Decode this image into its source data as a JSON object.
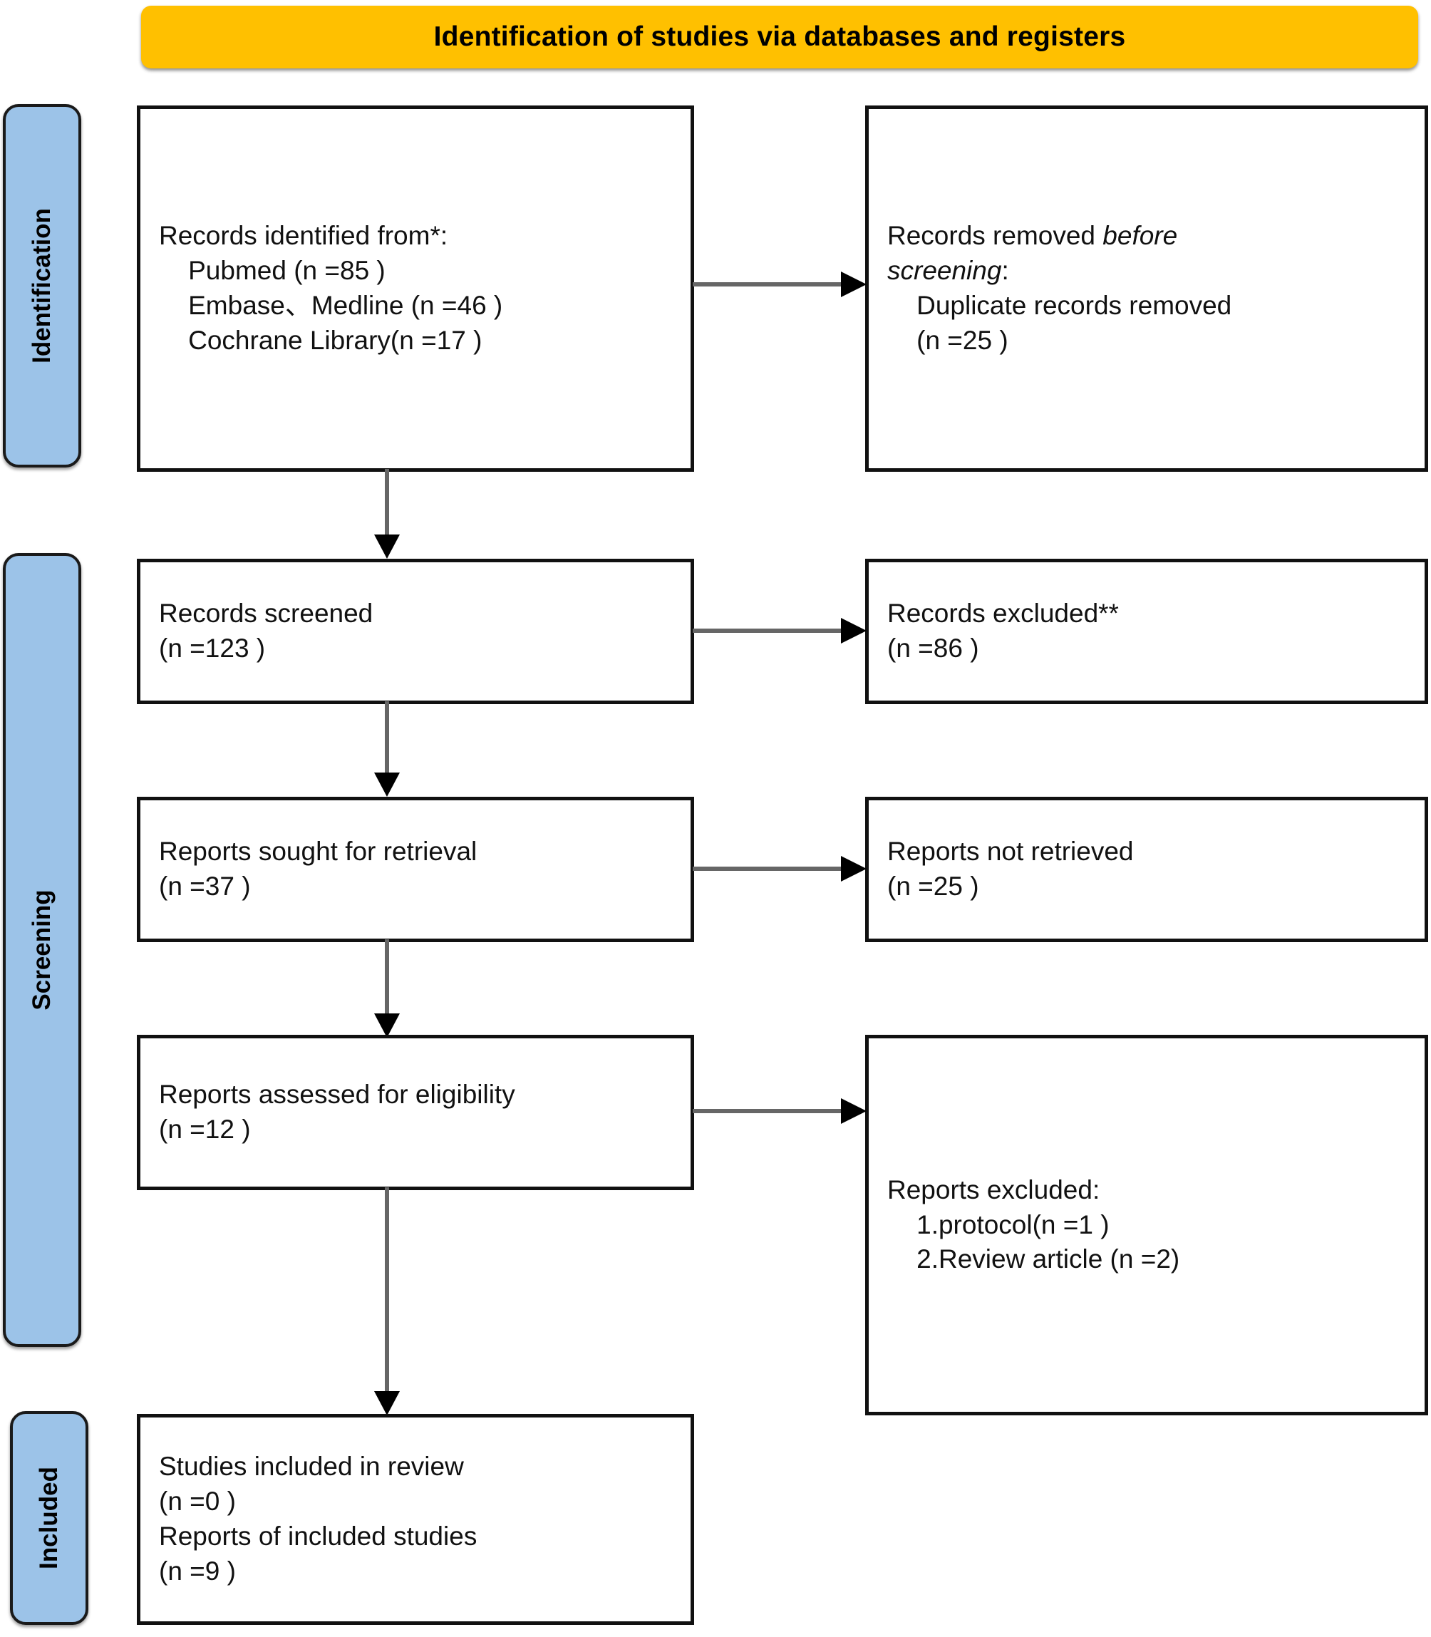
{
  "header": {
    "title": "Identification of studies via databases and registers",
    "color": "#FFC000"
  },
  "phases": [
    {
      "id": "identification",
      "label": "Identification"
    },
    {
      "id": "screening",
      "label": "Screening"
    },
    {
      "id": "included",
      "label": "Included"
    }
  ],
  "palette": {
    "banner": "#FFC000",
    "phase_bar": "#9CC3E8",
    "box_border": "#111111",
    "connector": "#666666",
    "arrow_head": "#000000"
  },
  "boxes": {
    "records_identified": {
      "lines": [
        "Records identified from*:",
        "    Pubmed (n =85 )",
        "    Embase、Medline (n =46 )",
        "    Cochrane Library(n =17 )"
      ]
    },
    "records_removed": {
      "line1_plain": "Records removed ",
      "line1_italic": "before",
      "line2_italic": "screening",
      "line2_plain": ":",
      "lines_rest": [
        "    Duplicate records removed",
        "    (n =25 )"
      ]
    },
    "records_screened": {
      "lines": [
        "Records screened",
        "(n =123 )"
      ]
    },
    "records_excluded": {
      "lines": [
        "Records excluded**",
        "(n =86 )"
      ]
    },
    "reports_sought": {
      "lines": [
        "Reports sought for retrieval",
        "(n =37 )"
      ]
    },
    "reports_not_retrieved": {
      "lines": [
        "Reports not retrieved",
        "(n =25 )"
      ]
    },
    "reports_assessed": {
      "lines": [
        "Reports assessed for eligibility",
        "(n =12 )"
      ]
    },
    "reports_excluded": {
      "lines": [
        "Reports excluded:",
        "    1.protocol(n =1 )",
        "    2.Review article (n =2)"
      ]
    },
    "studies_included": {
      "lines": [
        "Studies included in review",
        "(n =0 )",
        "Reports of included studies",
        "(n =9 )"
      ]
    }
  },
  "chart_data": {
    "type": "diagram",
    "title": "Identification of studies via databases and registers",
    "nodes": [
      {
        "id": "records_identified",
        "phase": "Identification",
        "label": "Records identified from*",
        "sources": [
          {
            "name": "Pubmed",
            "n": 85
          },
          {
            "name": "Embase、Medline",
            "n": 46
          },
          {
            "name": "Cochrane Library",
            "n": 17
          }
        ]
      },
      {
        "id": "records_removed",
        "phase": "Identification",
        "label": "Records removed before screening: Duplicate records removed",
        "n": 25
      },
      {
        "id": "records_screened",
        "phase": "Screening",
        "label": "Records screened",
        "n": 123
      },
      {
        "id": "records_excluded",
        "phase": "Screening",
        "label": "Records excluded**",
        "n": 86
      },
      {
        "id": "reports_sought",
        "phase": "Screening",
        "label": "Reports sought for retrieval",
        "n": 37
      },
      {
        "id": "reports_not_retrieved",
        "phase": "Screening",
        "label": "Reports not retrieved",
        "n": 25
      },
      {
        "id": "reports_assessed",
        "phase": "Screening",
        "label": "Reports assessed for eligibility",
        "n": 12
      },
      {
        "id": "reports_excluded",
        "phase": "Screening",
        "label": "Reports excluded",
        "reasons": [
          {
            "name": "protocol",
            "n": 1
          },
          {
            "name": "Review article",
            "n": 2
          }
        ]
      },
      {
        "id": "studies_included",
        "phase": "Included",
        "label": "Studies included in review",
        "n": 0,
        "reports_of_included_studies": 9
      }
    ],
    "edges": [
      {
        "from": "records_identified",
        "to": "records_removed",
        "direction": "right"
      },
      {
        "from": "records_identified",
        "to": "records_screened",
        "direction": "down"
      },
      {
        "from": "records_screened",
        "to": "records_excluded",
        "direction": "right"
      },
      {
        "from": "records_screened",
        "to": "reports_sought",
        "direction": "down"
      },
      {
        "from": "reports_sought",
        "to": "reports_not_retrieved",
        "direction": "right"
      },
      {
        "from": "reports_sought",
        "to": "reports_assessed",
        "direction": "down"
      },
      {
        "from": "reports_assessed",
        "to": "reports_excluded",
        "direction": "right"
      },
      {
        "from": "reports_assessed",
        "to": "studies_included",
        "direction": "down"
      }
    ]
  }
}
